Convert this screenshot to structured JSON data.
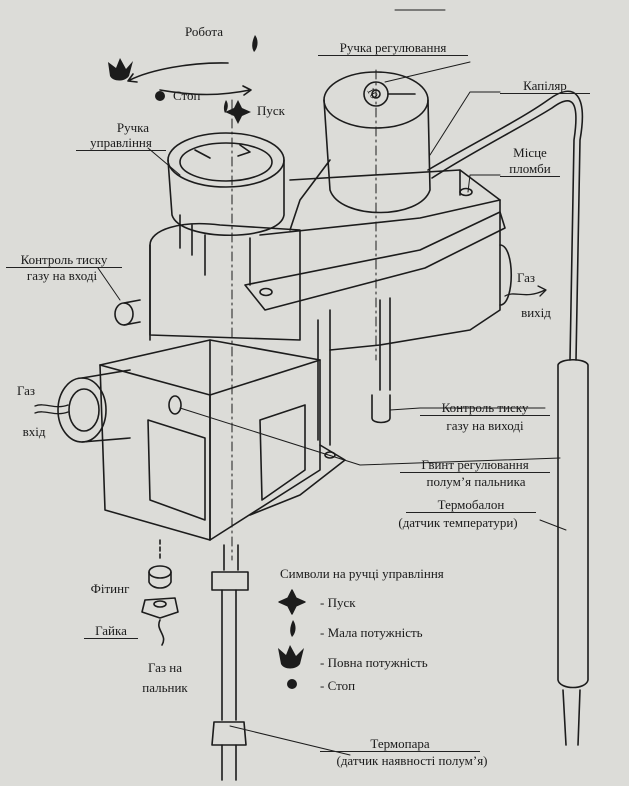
{
  "labels": {
    "robota": "Робота",
    "stop": "Стоп",
    "pusk": "Пуск",
    "ruchka_upr_1": "Ручка",
    "ruchka_upr_2": "управління",
    "ruchka_reg": "Ручка регулювання",
    "kapilyar": "Капіляр",
    "mistse_1": "Місце",
    "mistse_2": "пломби",
    "kontrol_in_1": "Контроль тиску",
    "kontrol_in_2": "газу на вході",
    "gaz_out_1": "Газ",
    "gaz_out_2": "вихід",
    "gaz_in_1": "Газ",
    "gaz_in_2": "вхід",
    "kontrol_out_1": "Контроль тиску",
    "kontrol_out_2": "газу на виході",
    "gvint_1": "Гвинт регулювання",
    "gvint_2": "полум’я пальника",
    "termobalon_1": "Термобалон",
    "termobalon_2": "(датчик температури)",
    "fiting": "Фітинг",
    "gayka": "Гайка",
    "gaz_palnyk_1": "Газ на",
    "gaz_palnyk_2": "пальник",
    "termopara_1": "Термопара",
    "termopara_2": "(датчик наявності полум’я)",
    "dial_num": "10"
  },
  "legend": {
    "title": "Символи на ручці управління",
    "items": [
      {
        "symbol": "star-icon",
        "text": "- Пуск"
      },
      {
        "symbol": "small-flame-icon",
        "text": "- Мала потужність"
      },
      {
        "symbol": "big-flame-icon",
        "text": "- Повна потужність"
      },
      {
        "symbol": "dot-icon",
        "text": "- Стоп"
      }
    ]
  }
}
